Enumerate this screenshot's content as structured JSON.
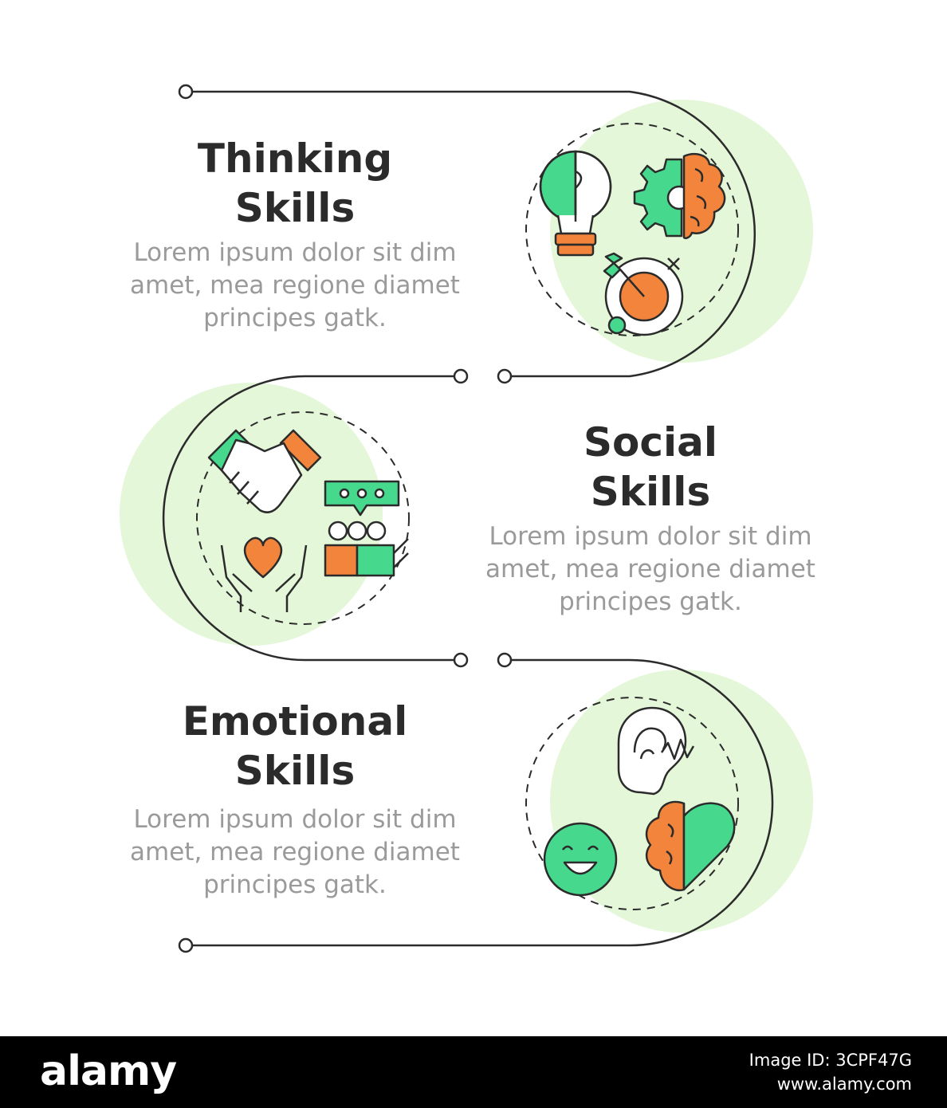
{
  "colors": {
    "green_light": "#e4f7d9",
    "green": "#46d98d",
    "orange": "#f2853b",
    "stroke": "#2b2b2b",
    "title": "#2b2b2b",
    "body": "#9a9a9a",
    "footer_bg": "#000000"
  },
  "sections": [
    {
      "title_line1": "Thinking",
      "title_line2": "Skills",
      "desc_line1": "Lorem ipsum dolor sit dim",
      "desc_line2": "amet, mea regione diamet",
      "desc_line3": "principes gatk.",
      "icons": [
        "puzzle-lightbulb-icon",
        "gear-brain-icon",
        "dart-target-icon"
      ]
    },
    {
      "title_line1": "Social",
      "title_line2": "Skills",
      "desc_line1": "Lorem ipsum dolor sit dim",
      "desc_line2": "amet, mea regione diamet",
      "desc_line3": "principes gatk.",
      "icons": [
        "handshake-icon",
        "team-chat-icon",
        "heart-hands-icon"
      ]
    },
    {
      "title_line1": "Emotional",
      "title_line2": "Skills",
      "desc_line1": "Lorem ipsum dolor sit dim",
      "desc_line2": "amet, mea regione diamet",
      "desc_line3": "principes gatk.",
      "icons": [
        "ear-sound-icon",
        "smiley-face-icon",
        "brain-heart-icon"
      ]
    }
  ],
  "footer": {
    "logo": "alamy",
    "image_id": "Image ID: 3CPF47G",
    "url": "www.alamy.com"
  }
}
